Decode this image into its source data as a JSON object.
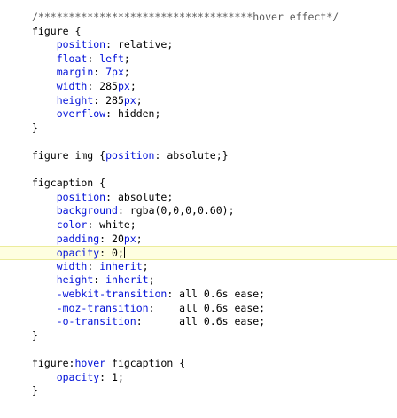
{
  "editor": {
    "lines": [
      {
        "t": [
          {
            "c": "comment",
            "s": "/***********************************hover effect*/"
          }
        ]
      },
      {
        "t": [
          {
            "c": "plain",
            "s": "figure {"
          }
        ]
      },
      {
        "t": [
          {
            "c": "plain",
            "s": "    "
          },
          {
            "c": "prop",
            "s": "position"
          },
          {
            "c": "plain",
            "s": ": relative;"
          }
        ]
      },
      {
        "t": [
          {
            "c": "plain",
            "s": "    "
          },
          {
            "c": "prop",
            "s": "float"
          },
          {
            "c": "plain",
            "s": ": "
          },
          {
            "c": "prop",
            "s": "left"
          },
          {
            "c": "plain",
            "s": ";"
          }
        ]
      },
      {
        "t": [
          {
            "c": "plain",
            "s": "    "
          },
          {
            "c": "prop",
            "s": "margin"
          },
          {
            "c": "plain",
            "s": ": "
          },
          {
            "c": "num",
            "s": "7px"
          },
          {
            "c": "plain",
            "s": ";"
          }
        ]
      },
      {
        "t": [
          {
            "c": "plain",
            "s": "    "
          },
          {
            "c": "prop",
            "s": "width"
          },
          {
            "c": "plain",
            "s": ": 285"
          },
          {
            "c": "num",
            "s": "px"
          },
          {
            "c": "plain",
            "s": ";"
          }
        ]
      },
      {
        "t": [
          {
            "c": "plain",
            "s": "    "
          },
          {
            "c": "prop",
            "s": "height"
          },
          {
            "c": "plain",
            "s": ": 285"
          },
          {
            "c": "num",
            "s": "px"
          },
          {
            "c": "plain",
            "s": ";"
          }
        ]
      },
      {
        "t": [
          {
            "c": "plain",
            "s": "    "
          },
          {
            "c": "prop",
            "s": "overflow"
          },
          {
            "c": "plain",
            "s": ": hidden;"
          }
        ]
      },
      {
        "t": [
          {
            "c": "plain",
            "s": "}"
          }
        ]
      },
      {
        "t": []
      },
      {
        "t": [
          {
            "c": "plain",
            "s": "figure img {"
          },
          {
            "c": "prop",
            "s": "position"
          },
          {
            "c": "plain",
            "s": ": absolute;}"
          }
        ]
      },
      {
        "t": []
      },
      {
        "t": [
          {
            "c": "plain",
            "s": "figcaption {"
          }
        ]
      },
      {
        "t": [
          {
            "c": "plain",
            "s": "    "
          },
          {
            "c": "prop",
            "s": "position"
          },
          {
            "c": "plain",
            "s": ": absolute;"
          }
        ]
      },
      {
        "t": [
          {
            "c": "plain",
            "s": "    "
          },
          {
            "c": "prop",
            "s": "background"
          },
          {
            "c": "plain",
            "s": ": rgba(0,0,0,0.60);"
          }
        ]
      },
      {
        "t": [
          {
            "c": "plain",
            "s": "    "
          },
          {
            "c": "prop",
            "s": "color"
          },
          {
            "c": "plain",
            "s": ": white;"
          }
        ]
      },
      {
        "t": [
          {
            "c": "plain",
            "s": "    "
          },
          {
            "c": "prop",
            "s": "padding"
          },
          {
            "c": "plain",
            "s": ": 20"
          },
          {
            "c": "num",
            "s": "px"
          },
          {
            "c": "plain",
            "s": ";"
          }
        ]
      },
      {
        "t": [
          {
            "c": "plain",
            "s": "    "
          },
          {
            "c": "prop",
            "s": "opacity"
          },
          {
            "c": "plain",
            "s": ": 0;"
          }
        ],
        "current": true
      },
      {
        "t": [
          {
            "c": "plain",
            "s": "    "
          },
          {
            "c": "prop",
            "s": "width"
          },
          {
            "c": "plain",
            "s": ": "
          },
          {
            "c": "prop",
            "s": "inherit"
          },
          {
            "c": "plain",
            "s": ";"
          }
        ]
      },
      {
        "t": [
          {
            "c": "plain",
            "s": "    "
          },
          {
            "c": "prop",
            "s": "height"
          },
          {
            "c": "plain",
            "s": ": "
          },
          {
            "c": "prop",
            "s": "inherit"
          },
          {
            "c": "plain",
            "s": ";"
          }
        ]
      },
      {
        "t": [
          {
            "c": "plain",
            "s": "    "
          },
          {
            "c": "prop",
            "s": "-webkit-transition"
          },
          {
            "c": "plain",
            "s": ": all 0.6s ease;"
          }
        ]
      },
      {
        "t": [
          {
            "c": "plain",
            "s": "    "
          },
          {
            "c": "prop",
            "s": "-moz-transition"
          },
          {
            "c": "plain",
            "s": ":    all 0.6s ease;"
          }
        ]
      },
      {
        "t": [
          {
            "c": "plain",
            "s": "    "
          },
          {
            "c": "prop",
            "s": "-o-transition"
          },
          {
            "c": "plain",
            "s": ":      all 0.6s ease;"
          }
        ]
      },
      {
        "t": [
          {
            "c": "plain",
            "s": "}"
          }
        ]
      },
      {
        "t": []
      },
      {
        "t": [
          {
            "c": "plain",
            "s": "figure:"
          },
          {
            "c": "prop",
            "s": "hover"
          },
          {
            "c": "plain",
            "s": " figcaption {"
          }
        ]
      },
      {
        "t": [
          {
            "c": "plain",
            "s": "    "
          },
          {
            "c": "prop",
            "s": "opacity"
          },
          {
            "c": "plain",
            "s": ": 1;"
          }
        ]
      },
      {
        "t": [
          {
            "c": "plain",
            "s": "}"
          }
        ]
      }
    ]
  }
}
